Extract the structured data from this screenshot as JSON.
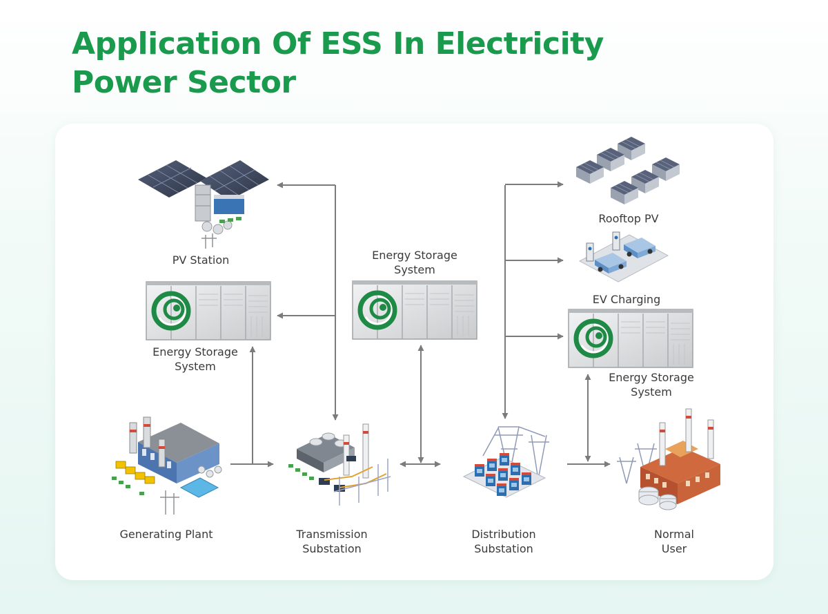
{
  "title": {
    "line1": "Application Of ESS In Electricity",
    "line2": "Power Sector"
  },
  "nodes": {
    "pv_station": "PV Station",
    "ess_left": {
      "line1": "Energy Storage",
      "line2": "System"
    },
    "ess_center": {
      "line1": "Energy Storage",
      "line2": "System"
    },
    "ess_right": {
      "line1": "Energy Storage",
      "line2": "System"
    },
    "rooftop_pv": "Rooftop PV",
    "ev_charging": "EV Charging",
    "generating_plant": "Generating Plant",
    "transmission_substation": {
      "line1": "Transmission",
      "line2": "Substation"
    },
    "distribution_substation": {
      "line1": "Distribution",
      "line2": "Substation"
    },
    "normal_user": {
      "line1": "Normal",
      "line2": "User"
    }
  },
  "colors": {
    "title": "#1a9a4c",
    "arrow": "#7b7b7b",
    "logo_green": "#1e8a45",
    "container": "#d9dadb",
    "solar_panel": "#3d4558",
    "transformer_blue": "#2c6fb0",
    "building_brick": "#b5512e"
  },
  "icons": [
    "solar-farm-icon",
    "rooftop-solar-icon",
    "ev-charging-icon",
    "ess-container-icon",
    "generating-plant-icon",
    "transmission-substation-icon",
    "distribution-substation-icon",
    "normal-user-factory-icon"
  ]
}
